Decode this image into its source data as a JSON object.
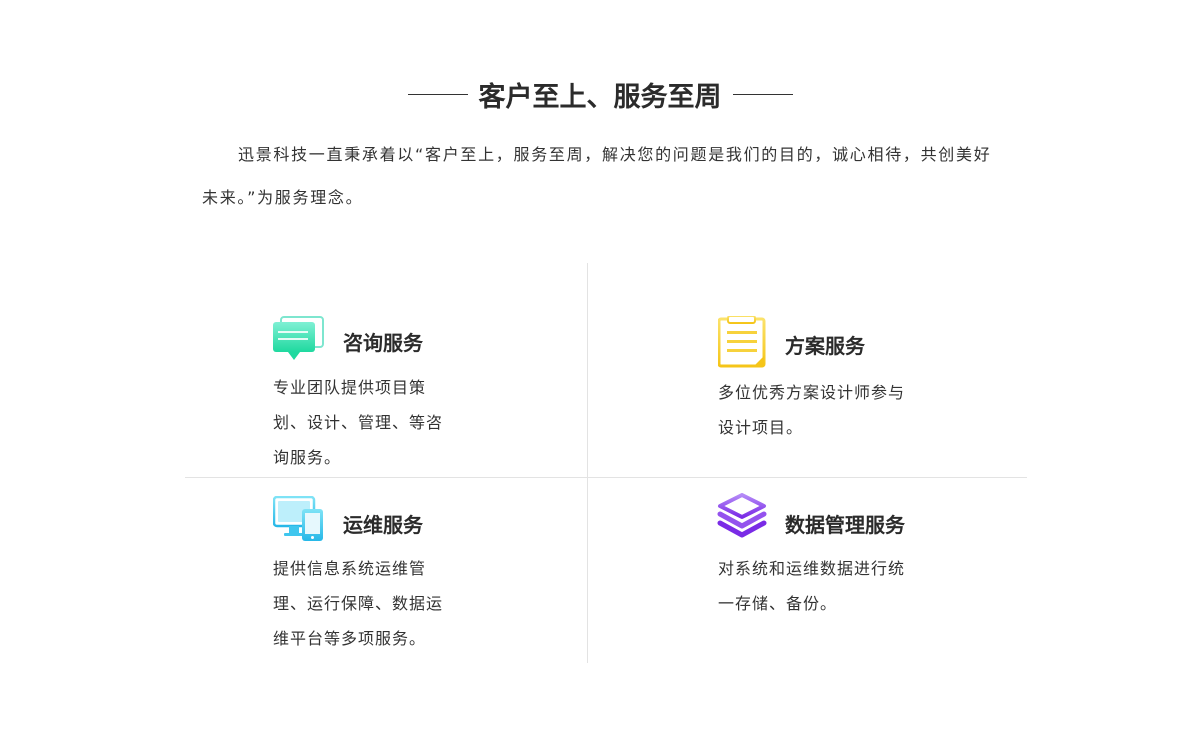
{
  "section": {
    "title": "客户至上、服务至周",
    "intro": "迅景科技一直秉承着以“客户至上，服务至周，解决您的问题是我们的目的，诚心相待，共创美好未来。”为服务理念。"
  },
  "services": [
    {
      "title": "咨询服务",
      "description": "专业团队提供项目策划、设计、管理、等咨询服务。",
      "icon": "chat-bubble-icon"
    },
    {
      "title": "方案服务",
      "description": "多位优秀方案设计师参与设计项目。",
      "icon": "clipboard-icon"
    },
    {
      "title": "运维服务",
      "description": "提供信息系统运维管理、运行保障、数据运维平台等多项服务。",
      "icon": "devices-icon"
    },
    {
      "title": "数据管理服务",
      "description": "对系统和运维数据进行统一存储、备份。",
      "icon": "layers-icon"
    }
  ],
  "colors": {
    "consult_icon": "#2fe0b0",
    "plan_icon": "#f7d23c",
    "ops_icon": "#3fc6ee",
    "data_icon": "#8a3cf0",
    "divider": "#e3e3e3"
  }
}
